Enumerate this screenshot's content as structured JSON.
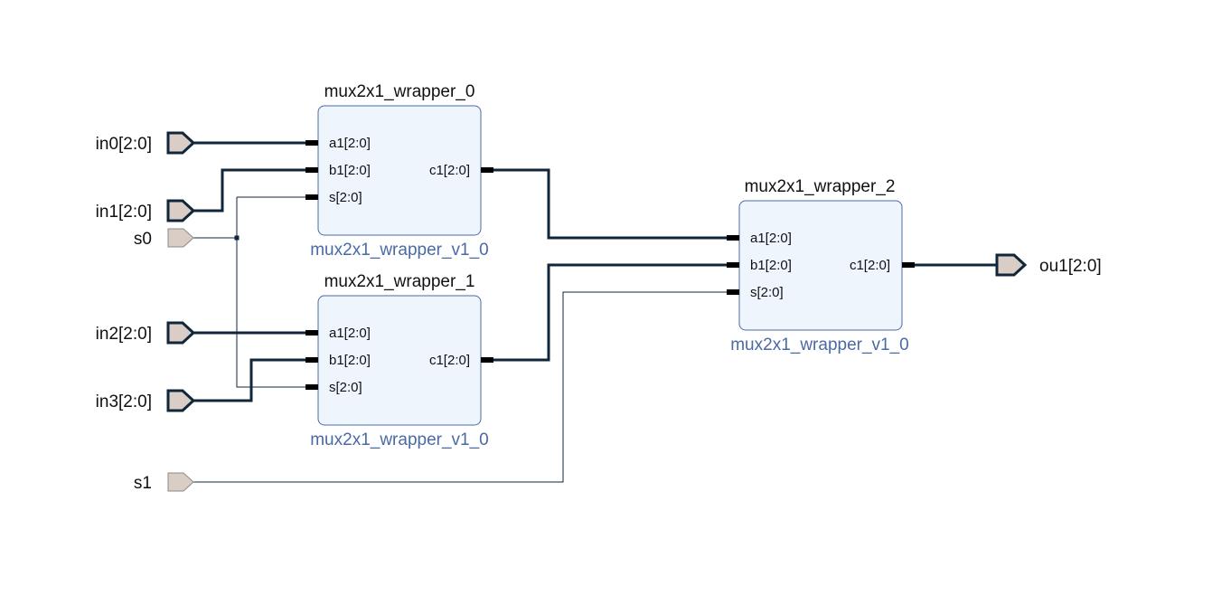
{
  "ports": {
    "in0": "in0[2:0]",
    "in1": "in1[2:0]",
    "s0": "s0",
    "in2": "in2[2:0]",
    "in3": "in3[2:0]",
    "s1": "s1",
    "ou1": "ou1[2:0]"
  },
  "instances": [
    {
      "name": "mux2x1_wrapper_0",
      "type": "mux2x1_wrapper_v1_0",
      "pins": {
        "a": "a1[2:0]",
        "b": "b1[2:0]",
        "s": "s[2:0]",
        "c": "c1[2:0]"
      }
    },
    {
      "name": "mux2x1_wrapper_1",
      "type": "mux2x1_wrapper_v1_0",
      "pins": {
        "a": "a1[2:0]",
        "b": "b1[2:0]",
        "s": "s[2:0]",
        "c": "c1[2:0]"
      }
    },
    {
      "name": "mux2x1_wrapper_2",
      "type": "mux2x1_wrapper_v1_0",
      "pins": {
        "a": "a1[2:0]",
        "b": "b1[2:0]",
        "s": "s[2:0]",
        "c": "c1[2:0]"
      }
    }
  ],
  "colors": {
    "block_fill": "#eef5fd",
    "block_stroke": "#4a6aa5",
    "type_text": "#4a6aa5",
    "port_fill": "#d9cdc6",
    "wire": "#10263a"
  }
}
